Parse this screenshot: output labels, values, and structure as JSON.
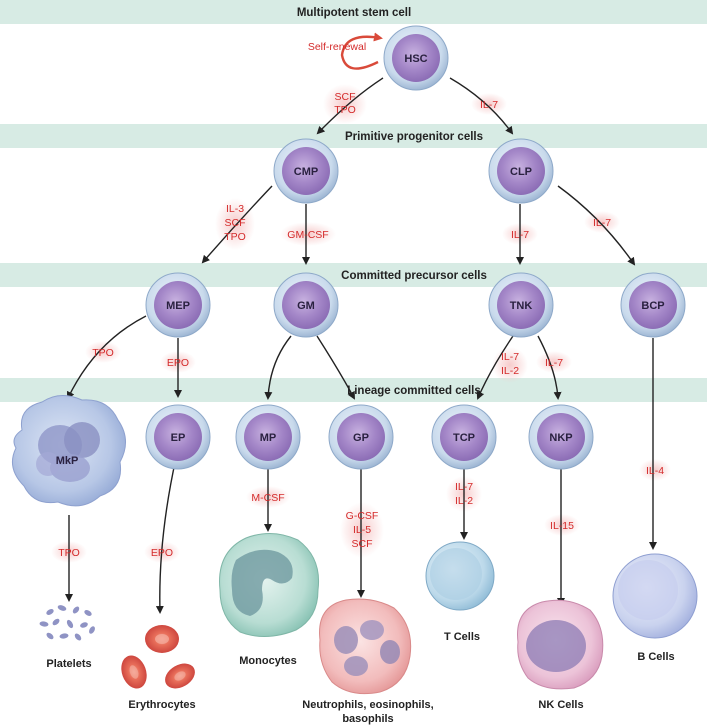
{
  "tiers": {
    "stem": "Multipotent stem cell",
    "primitive": "Primitive progenitor cells",
    "committed": "Committed precursor cells",
    "lineage": "Lineage committed cells"
  },
  "self_renewal": "Self-renewal",
  "cells": {
    "hsc": "HSC",
    "cmp": "CMP",
    "clp": "CLP",
    "mep": "MEP",
    "gm": "GM",
    "tnk": "TNK",
    "bcp": "BCP",
    "mkp": "MkP",
    "ep": "EP",
    "mp": "MP",
    "gp": "GP",
    "tcp": "TCP",
    "nkp": "NKP"
  },
  "cytokines": {
    "hsc_cmp_1": "SCF",
    "hsc_cmp_2": "TPO",
    "hsc_clp": "IL-7",
    "cmp_mep_1": "IL-3",
    "cmp_mep_2": "SCF",
    "cmp_mep_3": "TPO",
    "cmp_gm": "GM-CSF",
    "clp_tnk": "IL-7",
    "clp_bcp": "IL-7",
    "mep_mkp": "TPO",
    "mep_ep": "EPO",
    "tnk_tcp_1": "IL-7",
    "tnk_tcp_2": "IL-2",
    "tnk_nkp": "IL-7",
    "bcp_b": "IL-4",
    "mkp_plt": "TPO",
    "ep_ery": "EPO",
    "mp_mono": "M-CSF",
    "gp_neut_1": "G-CSF",
    "gp_neut_2": "IL-5",
    "gp_neut_3": "SCF",
    "tcp_t_1": "IL-7",
    "tcp_t_2": "IL-2",
    "nkp_nk": "IL-15"
  },
  "outputs": {
    "platelets": "Platelets",
    "erythrocytes": "Erythrocytes",
    "monocytes": "Monocytes",
    "neutrophils_1": "Neutrophils, eosinophils,",
    "neutrophils_2": "basophils",
    "t_cells": "T Cells",
    "nk_cells": "NK Cells",
    "b_cells": "B Cells"
  },
  "colors": {
    "band": "#d7ebe4",
    "arrow": "#222222",
    "cytokine": "#d42b2b",
    "glow": "#f6c9c9",
    "self_renewal_arrow": "#d94a3a"
  }
}
